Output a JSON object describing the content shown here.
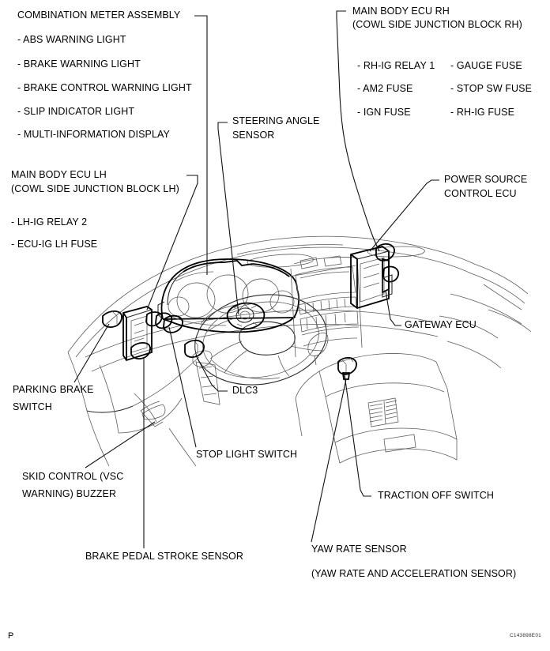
{
  "document": {
    "page_marker": "P",
    "figure_code": "C143898E01",
    "subject": "Vehicle instrument panel component location diagram"
  },
  "callouts": {
    "combination_meter": {
      "title": "COMBINATION METER ASSEMBLY",
      "items": [
        "- ABS WARNING LIGHT",
        "- BRAKE WARNING LIGHT",
        "- BRAKE CONTROL WARNING LIGHT",
        "- SLIP INDICATOR LIGHT",
        "- MULTI-INFORMATION DISPLAY"
      ]
    },
    "main_body_ecu_rh": {
      "title": "MAIN BODY ECU RH",
      "subtitle": "(COWL SIDE JUNCTION BLOCK RH)",
      "items_left": [
        "- RH-IG RELAY 1",
        "- AM2 FUSE",
        "- IGN FUSE"
      ],
      "items_right": [
        "- GAUGE FUSE",
        "- STOP SW FUSE",
        "- RH-IG FUSE"
      ]
    },
    "main_body_ecu_lh": {
      "title": "MAIN BODY ECU LH",
      "subtitle": "(COWL SIDE JUNCTION BLOCK LH)",
      "items": [
        "- LH-IG RELAY 2",
        "- ECU-IG LH FUSE"
      ]
    },
    "steering_angle_sensor": {
      "line1": "STEERING ANGLE",
      "line2": "SENSOR"
    },
    "power_source_control_ecu": {
      "line1": "POWER SOURCE",
      "line2": "CONTROL ECU"
    },
    "gateway_ecu": {
      "label": "GATEWAY ECU"
    },
    "dlc3": {
      "label": "DLC3"
    },
    "parking_brake_switch": {
      "line1": "PARKING BRAKE",
      "line2": "SWITCH"
    },
    "skid_control_buzzer": {
      "line1": "SKID CONTROL (VSC",
      "line2": "WARNING) BUZZER"
    },
    "stop_light_switch": {
      "label": "STOP LIGHT SWITCH"
    },
    "brake_pedal_stroke_sensor": {
      "label": "BRAKE PEDAL STROKE SENSOR"
    },
    "yaw_rate_sensor": {
      "line1": "YAW RATE SENSOR",
      "line2": "(YAW RATE AND ACCELERATION SENSOR)"
    },
    "traction_off_switch": {
      "label": "TRACTION OFF SWITCH"
    }
  },
  "colors": {
    "ink": "#000000",
    "line_light": "#5c5c5c",
    "background": "#ffffff"
  }
}
